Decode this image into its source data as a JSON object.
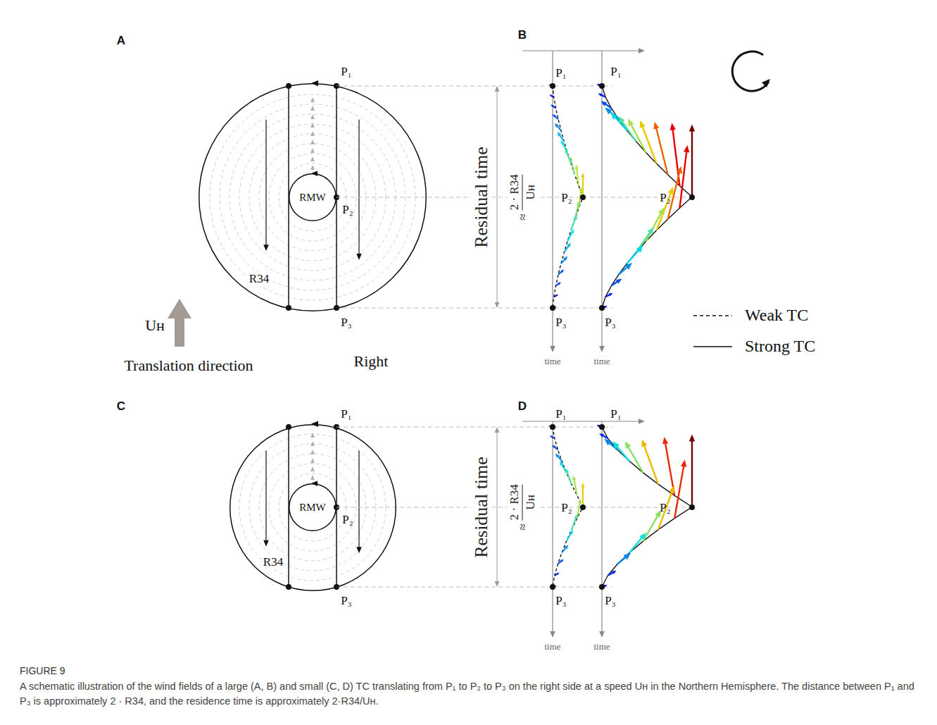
{
  "diagram": {
    "title": "FIGURE 9",
    "caption": "A schematic illustration of the wind fields of a large (A, B) and small (C, D) TC translating from P₁ to P₂ to P₃ on the right side at a speed Uʜ in the Northern Hemisphere. The distance between P₁ and P₃ is approximately 2 · R34, and the residence time is approximately 2·R34/Uʜ.",
    "nodes": [
      {
        "text": [
          "R34"
        ]
      },
      {
        "text": [
          "RMW"
        ],
        "in": 0
      },
      {
        "text": [
          "R34"
        ]
      },
      {
        "text": [
          "RMW"
        ],
        "in": 2
      }
    ],
    "labels": [
      "A",
      "B",
      "C",
      "D",
      "P₁",
      "P₂",
      "P₃",
      "Uʜ",
      "Translation direction",
      "Right",
      "P₁",
      "P₁",
      "P₂",
      "P₂",
      "P₃",
      "P₃",
      "Residual time",
      "≈",
      "2 · R34",
      "Uʜ",
      "time",
      "time",
      "P₁",
      "P₂",
      "P₃",
      "P₁",
      "P₁",
      "P₂",
      "P₂",
      "P₃",
      "P₃",
      "Residual time",
      "≈",
      "2 · R34",
      "Uʜ",
      "time",
      "time"
    ],
    "legend": [
      {
        "text": "Weak TC"
      },
      {
        "text": "Strong TC"
      }
    ]
  }
}
